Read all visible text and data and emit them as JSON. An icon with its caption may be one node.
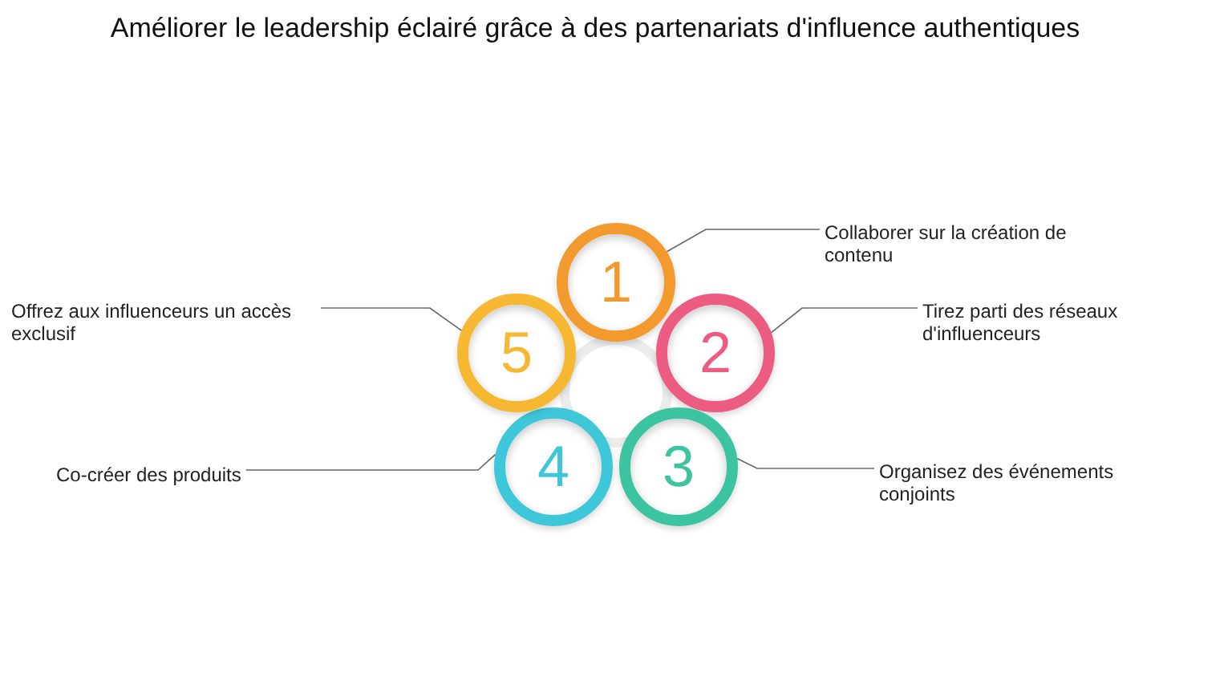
{
  "diagram": {
    "title": "Améliorer le leadership éclairé grâce à des partenariats d'influence authentiques",
    "nodes": [
      {
        "text": [
          "1"
        ]
      },
      {
        "text": [
          "2"
        ]
      },
      {
        "text": [
          "3"
        ]
      },
      {
        "text": [
          "4"
        ]
      },
      {
        "text": [
          "5"
        ]
      },
      {
        "text": [
          "Collaborer sur la création de contenu"
        ]
      },
      {
        "text": [
          "Tirez parti des réseaux d'influenceurs"
        ]
      },
      {
        "text": [
          "Organisez des événements conjoints"
        ]
      },
      {
        "text": [
          "Co-créer des produits"
        ]
      },
      {
        "text": [
          "Offrez aux influenceurs un accès exclusif"
        ]
      }
    ],
    "edges": [
      {
        "from": 5,
        "to": 0,
        "arrow": "none"
      },
      {
        "from": 6,
        "to": 1,
        "arrow": "none"
      },
      {
        "from": 7,
        "to": 2,
        "arrow": "none"
      },
      {
        "from": 8,
        "to": 3,
        "arrow": "none"
      },
      {
        "from": 9,
        "to": 4,
        "arrow": "none"
      }
    ]
  }
}
